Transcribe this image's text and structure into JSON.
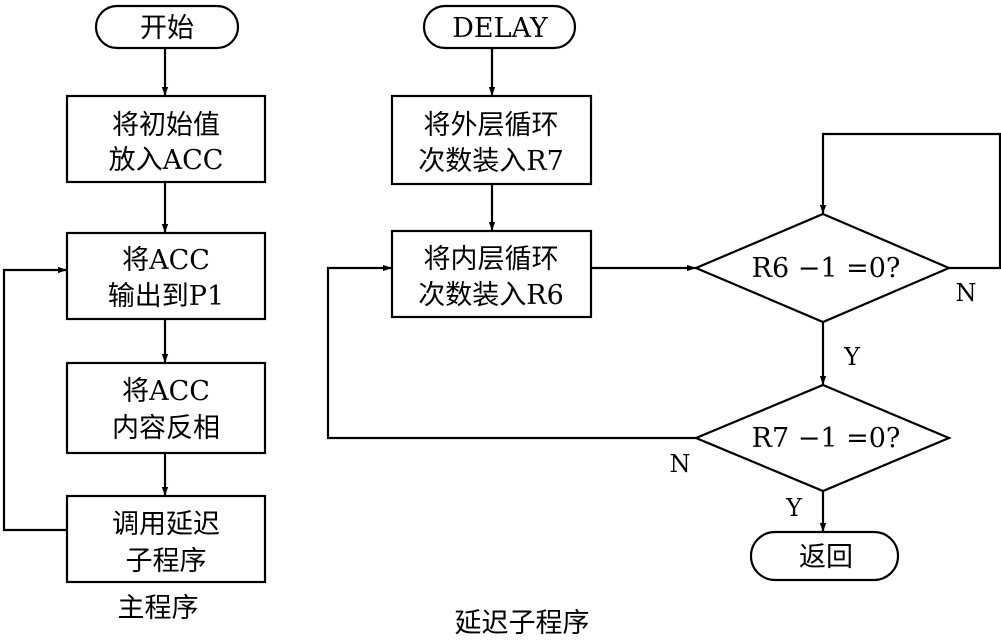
{
  "main_flow": {
    "start": "开始",
    "step1": [
      "将初始值",
      "放入ACC"
    ],
    "step2": [
      "将ACC",
      "输出到P1"
    ],
    "step3": [
      "将ACC",
      "内容反相"
    ],
    "step4": [
      "调用延迟",
      "子程序"
    ],
    "caption": "主程序"
  },
  "delay_flow": {
    "start": "DELAY",
    "step1": [
      "将外层循环",
      "次数装入R7"
    ],
    "step2": [
      "将内层循环",
      "次数装入R6"
    ],
    "decision1": "R6 −1 =0?",
    "decision2": "R7 −1 =0?",
    "d1_no": "N",
    "d1_yes": "Y",
    "d2_no": "N",
    "d2_yes": "Y",
    "end": "返回",
    "caption": "延迟子程序"
  }
}
